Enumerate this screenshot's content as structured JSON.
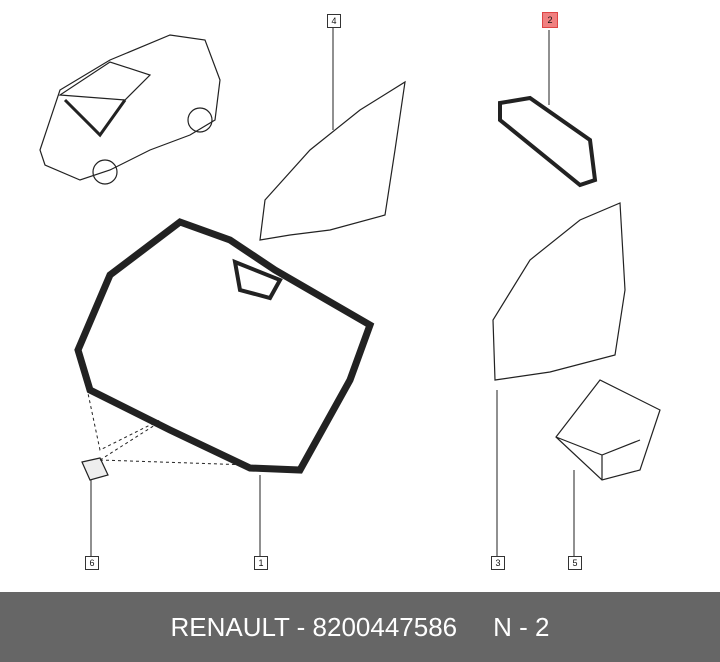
{
  "callouts": [
    {
      "number": "4"
    },
    {
      "number": "2",
      "highlighted": true
    },
    {
      "number": "6"
    },
    {
      "number": "1"
    },
    {
      "number": "3"
    },
    {
      "number": "5"
    }
  ],
  "highlight_color": "#f08080",
  "footer": {
    "brand_part": "RENAULT - 8200447586",
    "position": "N - 2"
  }
}
